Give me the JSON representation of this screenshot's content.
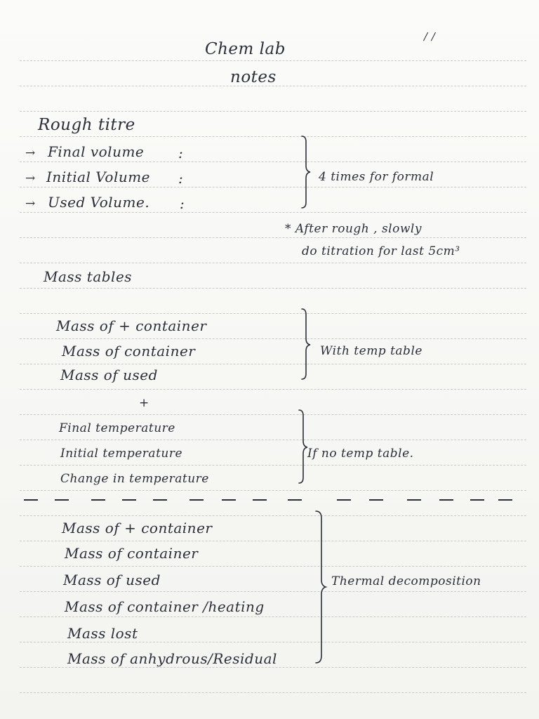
{
  "page": {
    "date_marks": "/ /",
    "title_line1": "Chem lab",
    "title_line2": "notes"
  },
  "rough_titre": {
    "heading": "Rough titre",
    "rows": [
      {
        "arrow": "→",
        "label": "Final volume",
        "colon": ":"
      },
      {
        "arrow": "→",
        "label": "Initial Volume",
        "colon": ":"
      },
      {
        "arrow": "→",
        "label": "Used   Volume.",
        "colon": ":"
      }
    ],
    "brace_note": "4 times for formal",
    "after_note_line1": "* After rough , slowly",
    "after_note_line2": "do titration for last 5cm³"
  },
  "mass_tables": {
    "heading": "Mass tables",
    "group1": {
      "rows": [
        "Mass of      + container",
        "Mass of  container",
        "Mass of       used"
      ],
      "brace_note": "With temp table"
    },
    "plus_sign": "+",
    "group2": {
      "rows": [
        "Final temperature",
        "Initial temperature",
        "Change in temperature"
      ],
      "brace_note": "If no temp table."
    }
  },
  "thermal": {
    "rows": [
      "Mass of         + container",
      "Mass of     container",
      "Mass of              used",
      "Mass of container /heating",
      "Mass   lost",
      "Mass of anhydrous/Residual"
    ],
    "brace_note": "Thermal decomposition"
  }
}
